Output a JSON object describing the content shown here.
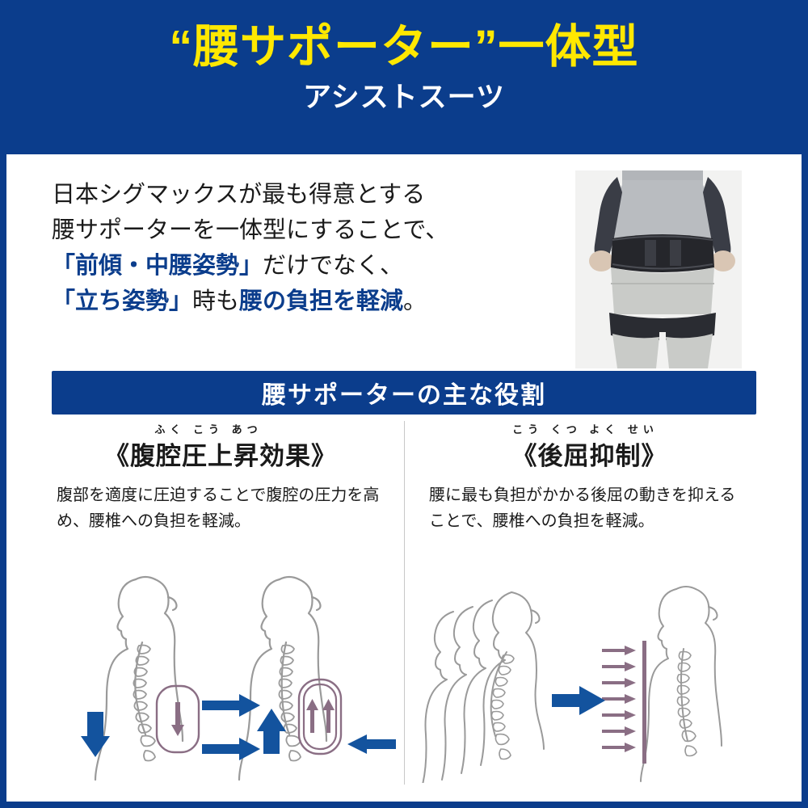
{
  "header": {
    "title": "“腰サポーター”一体型",
    "subtitle": "アシストスーツ"
  },
  "intro": {
    "line1": "日本シグマックスが最も得意とする",
    "line2": "腰サポーターを一体型にすることで、",
    "line3_a": "「前傾・中腰姿勢」",
    "line3_b": "だけでなく、",
    "line4_a": "「立ち姿勢」",
    "line4_b": "時も",
    "line4_c": "腰の負担を軽減",
    "line4_d": "。"
  },
  "photo": {
    "alt": "腰サポーターを装着した人物の写真"
  },
  "banner": {
    "label": "腰サポーターの主な役割"
  },
  "columns": [
    {
      "ruby": "ふく こう あつ",
      "title": "《腹腔圧上昇効果》",
      "desc": "腹部を適度に圧迫することで腹腔の圧力を高め、腰椎への負担を軽減。",
      "figure_name": "abdominal-pressure-diagram"
    },
    {
      "ruby": "こう くつ よく せい",
      "title": "《後屈抑制》",
      "desc": "腰に最も負担がかかる後屈の動きを抑えることで、腰椎への負担を軽減。",
      "figure_name": "back-extension-suppression-diagram"
    }
  ],
  "colors": {
    "brand_blue": "#0b3d8c",
    "accent_yellow": "#ffe800",
    "figure_purple": "#8a6e84",
    "figure_outline": "#9a9a9a"
  }
}
